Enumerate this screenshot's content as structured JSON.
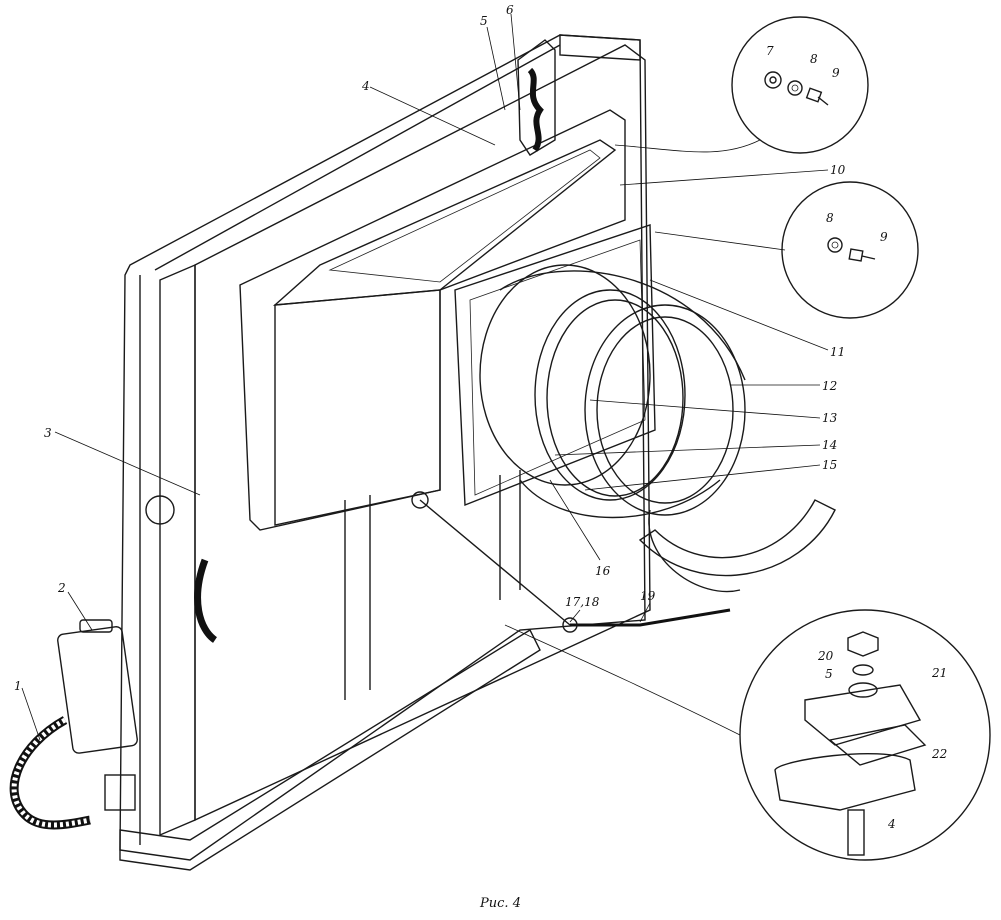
{
  "caption": "Рис. 4",
  "colors": {
    "ink": "#1a1a1a",
    "paper": "#ffffff"
  },
  "labels": {
    "l1": "1",
    "l2": "2",
    "l3": "3",
    "l4a": "4",
    "l4b": "4",
    "l5a": "5",
    "l5b": "5",
    "l6": "6",
    "l7": "7",
    "l8a": "8",
    "l8b": "8",
    "l9a": "9",
    "l9b": "9",
    "l10": "10",
    "l11": "11",
    "l12": "12",
    "l13": "13",
    "l14": "14",
    "l15": "15",
    "l16": "16",
    "l1718": "17,18",
    "l19": "19",
    "l20": "20",
    "l21": "21",
    "l22": "22"
  }
}
